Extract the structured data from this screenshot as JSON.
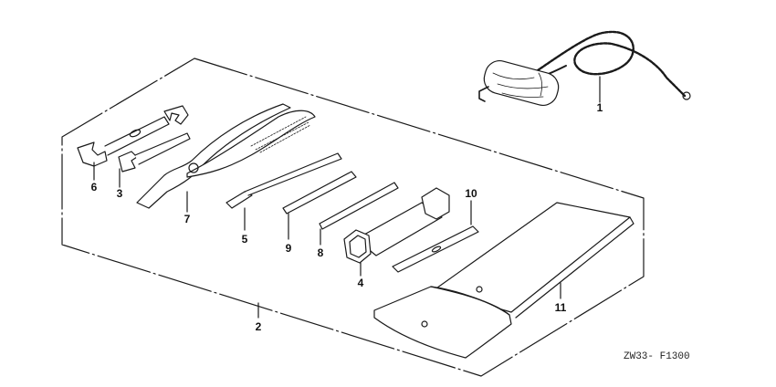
{
  "diagram": {
    "code": "ZW33- F1300",
    "ink_color": "#1a1a1a",
    "callouts": [
      {
        "id": "1",
        "label": "1",
        "part": "emergency-stop-cord-handle"
      },
      {
        "id": "2",
        "label": "2",
        "part": "tool-set-group"
      },
      {
        "id": "3",
        "label": "3",
        "part": "open-end-wrench-small"
      },
      {
        "id": "4",
        "label": "4",
        "part": "plug-socket-wrench"
      },
      {
        "id": "5",
        "label": "5",
        "part": "screwdriver-flat"
      },
      {
        "id": "6",
        "label": "6",
        "part": "open-end-wrench"
      },
      {
        "id": "7",
        "label": "7",
        "part": "pliers"
      },
      {
        "id": "8",
        "label": "8",
        "part": "screwdriver-phillips"
      },
      {
        "id": "9",
        "label": "9",
        "part": "screwdriver-grip"
      },
      {
        "id": "10",
        "label": "10",
        "part": "socket-handle-bar"
      },
      {
        "id": "11",
        "label": "11",
        "part": "tool-bag"
      }
    ]
  }
}
